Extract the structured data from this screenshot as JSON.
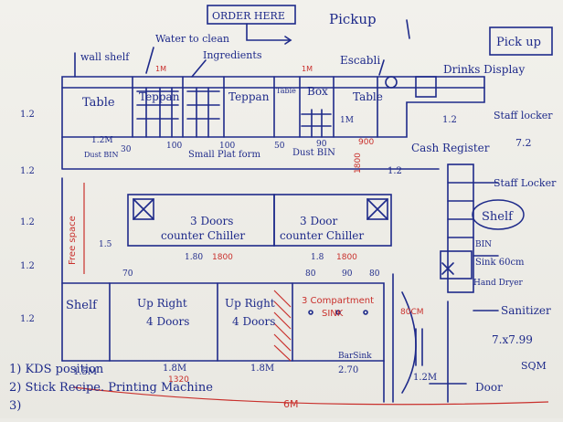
{
  "labels": {
    "order_here": "ORDER HERE",
    "pickup_top": "Pickup",
    "pick_up_box": "Pick up",
    "wall_shelf": "wall shelf",
    "water_to_clean": "Water to clean",
    "ingredients": "Ingredients",
    "escabli": "Escabli",
    "drinks_display": "Drinks Display",
    "table_left": "Table",
    "teppan_1": "Teppan",
    "teppan_2": "Teppan",
    "table_small": "Table",
    "box": "Box",
    "table_right": "Table",
    "cash_register": "Cash Register",
    "staff_locker_1": "Staff locker",
    "staff_locker_2": "Staff Locker",
    "shelf_circled": "Shelf",
    "bin_left": "Dust BIN",
    "dust_bin": "Dust BIN",
    "small_platform": "Small Plat form",
    "chiller_1_line1": "3 Doors",
    "chiller_1_line2": "counter Chiller",
    "chiller_2_line1": "3 Door",
    "chiller_2_line2": "counter Chiller",
    "free_space": "Free space",
    "shelf_left": "Shelf",
    "upright_1_line1": "Up Right",
    "upright_1_line2": "4 Doors",
    "upright_2_line1": "Up Right",
    "upright_2_line2": "4 Doors",
    "sink_line1": "3 Compartment",
    "sink_line2": "SINK",
    "bin_right": "BIN",
    "sink_60": "Sink 60cm",
    "hand_dryer": "Hand Dryer",
    "sanitizer": "Sanitizer",
    "door": "Door",
    "bar_sink": "BarSink",
    "room_size": "7.x7.99",
    "sqm": "SQM",
    "six_m": "6M"
  },
  "dimensions": {
    "left_12_a": "1.2",
    "left_12_b": "1.2",
    "left_12_c": "1.2",
    "left_12_d": "1.2",
    "left_12_e": "1.2",
    "top_1m_a": "1M",
    "top_1m_b": "1M",
    "w_12m": "1.2M",
    "w_30": "30",
    "d_100": "100",
    "d_100b": "100",
    "d_50": "50",
    "d_90": "90",
    "d_1m": "1M",
    "d_12": "1.2",
    "d_12b": "1.2",
    "d_18": "1.8",
    "d_180": "1.80",
    "d_15": "1.5",
    "d_70": "70",
    "d_80_a": "80",
    "d_90_a": "90",
    "d_80_b": "80",
    "r_72": "7.2",
    "red_1800a": "1800",
    "red_1800b": "1800",
    "red_1800c": "1800",
    "red_900": "900",
    "red_1320": "1320",
    "red_80cm": "80CM",
    "b_15m": "1.5M",
    "b_18m": "1.8M",
    "b_18m_2": "1.8M",
    "b_12m": "1.2M",
    "b_270": "2.70"
  },
  "notes": [
    "1) KDS position",
    "2) Stick Recipe. Printing Machine",
    "3)"
  ],
  "colors": {
    "ink": "#1e2a8a",
    "red_ink": "#c9302c",
    "paper": "#f2f1ec"
  }
}
